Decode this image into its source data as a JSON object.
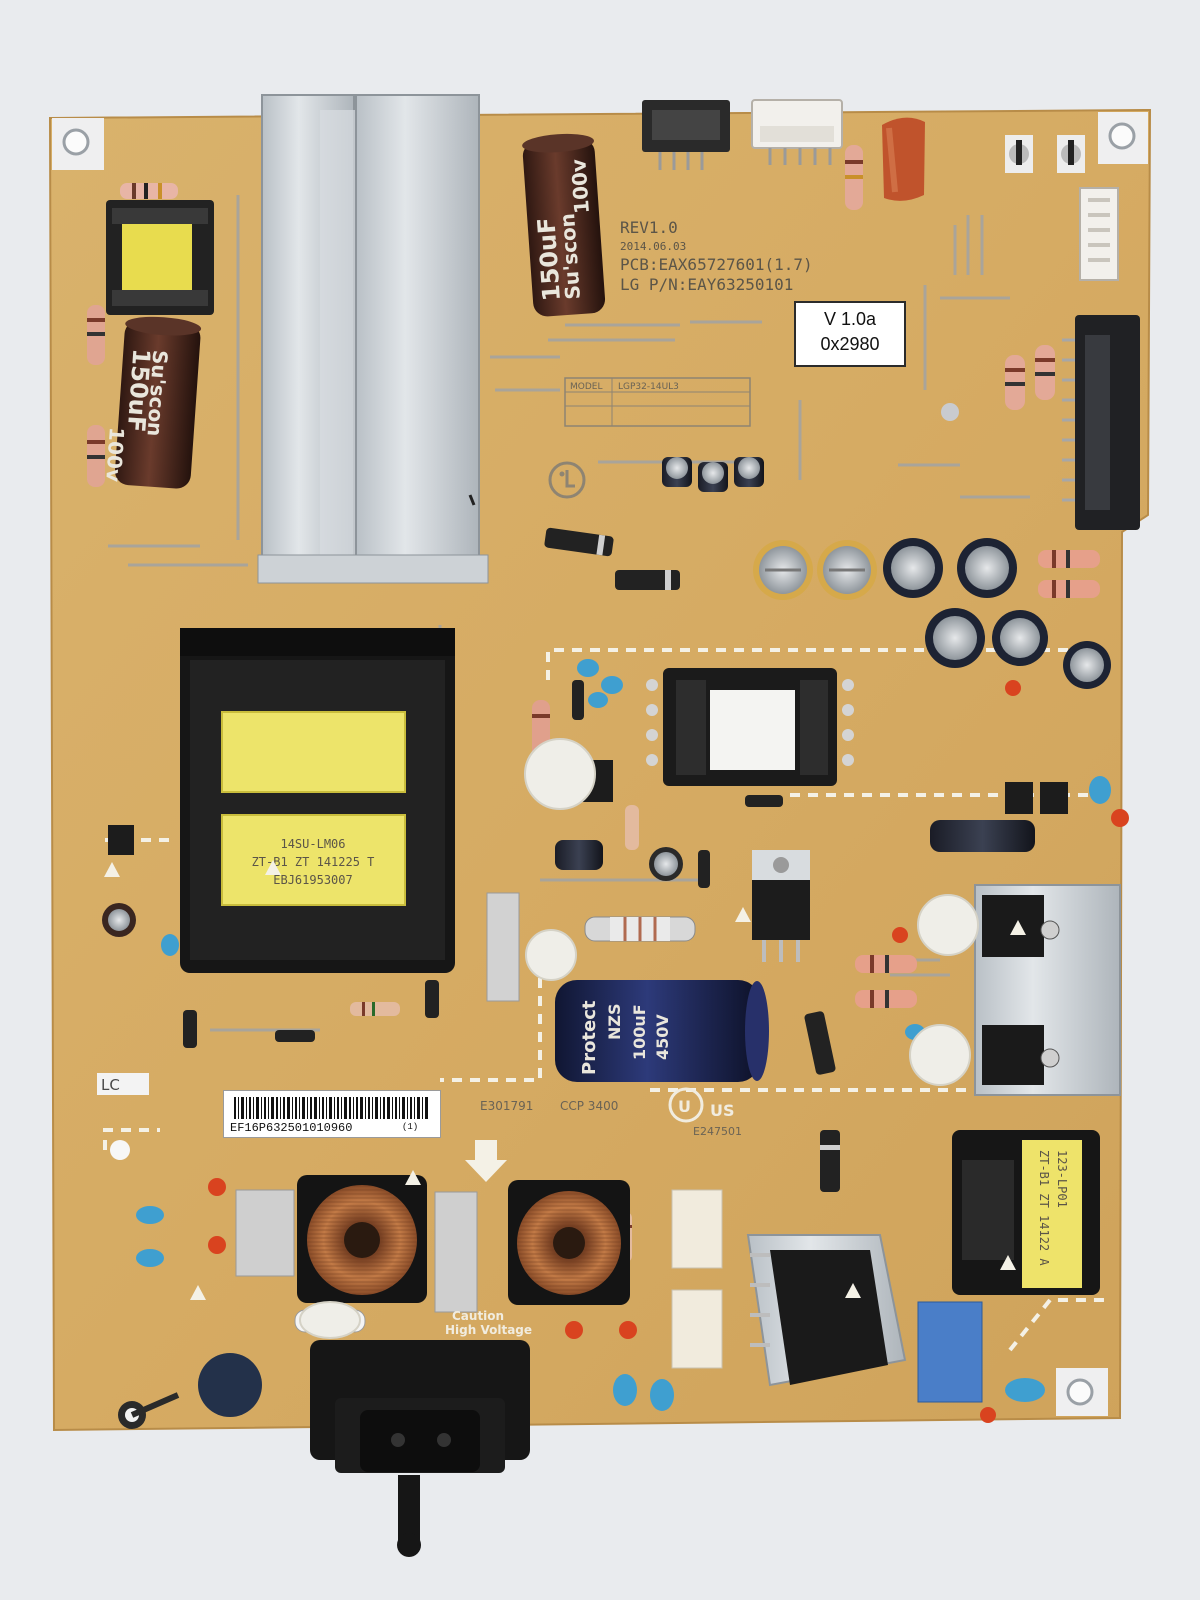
{
  "board": {
    "rev": "REV1.0",
    "date": "2014.06.03",
    "pcb": "PCB:EAX65727601(1.7)",
    "part": "LG P/N:EAY63250101"
  },
  "version_tag": {
    "line1": "V 1.0a",
    "line2": "0x2980"
  },
  "transformer_label": {
    "line1": "14SU-LM06",
    "line2": "ZT-B1 ZT 141225 T",
    "line3": "EBJ61953007"
  },
  "standby_transformer": {
    "line1": "123-LP01",
    "line2": "ZT-B1 ZT 14122 A"
  },
  "capacitors": {
    "top": {
      "brand": "Su'scon",
      "value": "150uF",
      "voltage": "100v"
    },
    "left": {
      "brand": "Su'scon",
      "value": "150uF",
      "voltage": "100v"
    },
    "main": {
      "brand": "Protect",
      "series": "NZS",
      "value": "100uF",
      "voltage": "450V"
    }
  },
  "barcode": {
    "serial": "EF16P632501010960",
    "suffix": "(1)"
  },
  "silkscreen": {
    "lc": "LC",
    "hv_warning_1": "Caution",
    "hv_warning_2": "High Voltage",
    "cert": "E301791",
    "cert2": "E247501",
    "us_mark": "US",
    "rating": "CCP 3400",
    "model_table_title": "MODEL",
    "model_table_value": "LGP32-14UL3"
  },
  "colors": {
    "pcb": "#d9b06a",
    "heatsink": "#cfd4d8",
    "capacitor_brown": "#4a2c22",
    "capacitor_navy": "#1c2452",
    "ferrite": "#141414",
    "coil_copper": "#b86a3a",
    "tape_yellow": "#eee36a"
  }
}
